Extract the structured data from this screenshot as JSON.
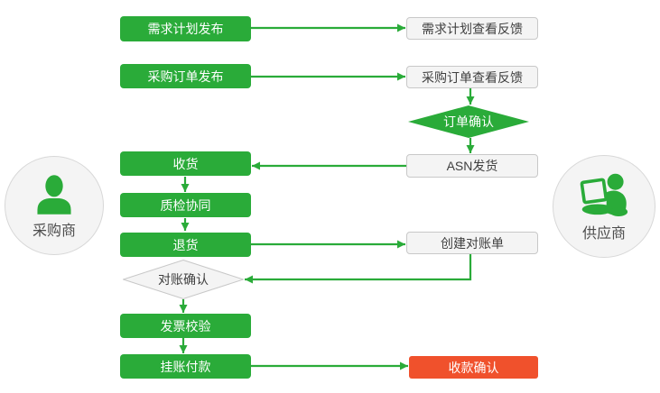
{
  "actors": {
    "buyer": {
      "label": "采购商",
      "icon": "person-icon"
    },
    "supplier": {
      "label": "供应商",
      "icon": "person-laptop-icon"
    }
  },
  "nodes": {
    "demand_plan_publish": "需求计划发布",
    "purchase_order_publish": "采购订单发布",
    "receive_goods": "收货",
    "quality_inspection": "质检协同",
    "return_goods": "退货",
    "reconciliation_confirm": "对账确认",
    "invoice_verification": "发票校验",
    "account_payment": "挂账付款",
    "demand_plan_feedback": "需求计划查看反馈",
    "purchase_order_feedback": "采购订单查看反馈",
    "order_confirm": "订单确认",
    "asn_shipment": "ASN发货",
    "create_statement": "创建对账单",
    "payment_confirm": "收款确认"
  },
  "colors": {
    "primary_green": "#2aab39",
    "highlight_red": "#f0512c",
    "gray_node_fill": "#f4f4f4",
    "gray_node_border": "#c8c8c8",
    "arrow_green": "#2aab39"
  }
}
